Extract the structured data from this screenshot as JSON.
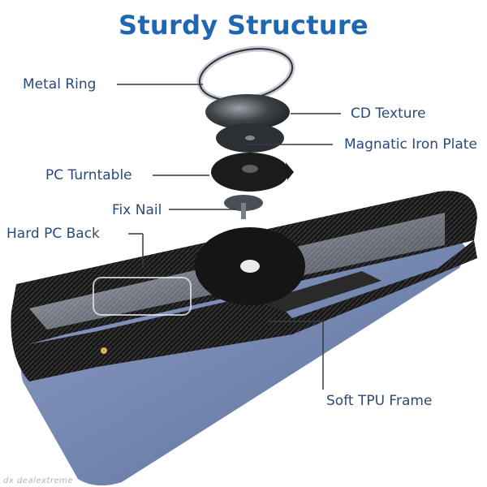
{
  "title": "Sturdy Structure",
  "colors": {
    "title": "#1f66b3",
    "label": "#2a4a78",
    "line": "#333a44",
    "phone_body": "#7d8fb5",
    "frame": "#141414"
  },
  "labels": {
    "metal_ring": "Metal Ring",
    "cd_texture": "CD Texture",
    "iron_plate": "Magnatic Iron Plate",
    "pc_turntable": "PC Turntable",
    "fix_nail": "Fix Nail",
    "hard_pc_back": "Hard PC Back",
    "soft_tpu_frame": "Soft TPU Frame"
  },
  "watermark": "dx dealextreme"
}
